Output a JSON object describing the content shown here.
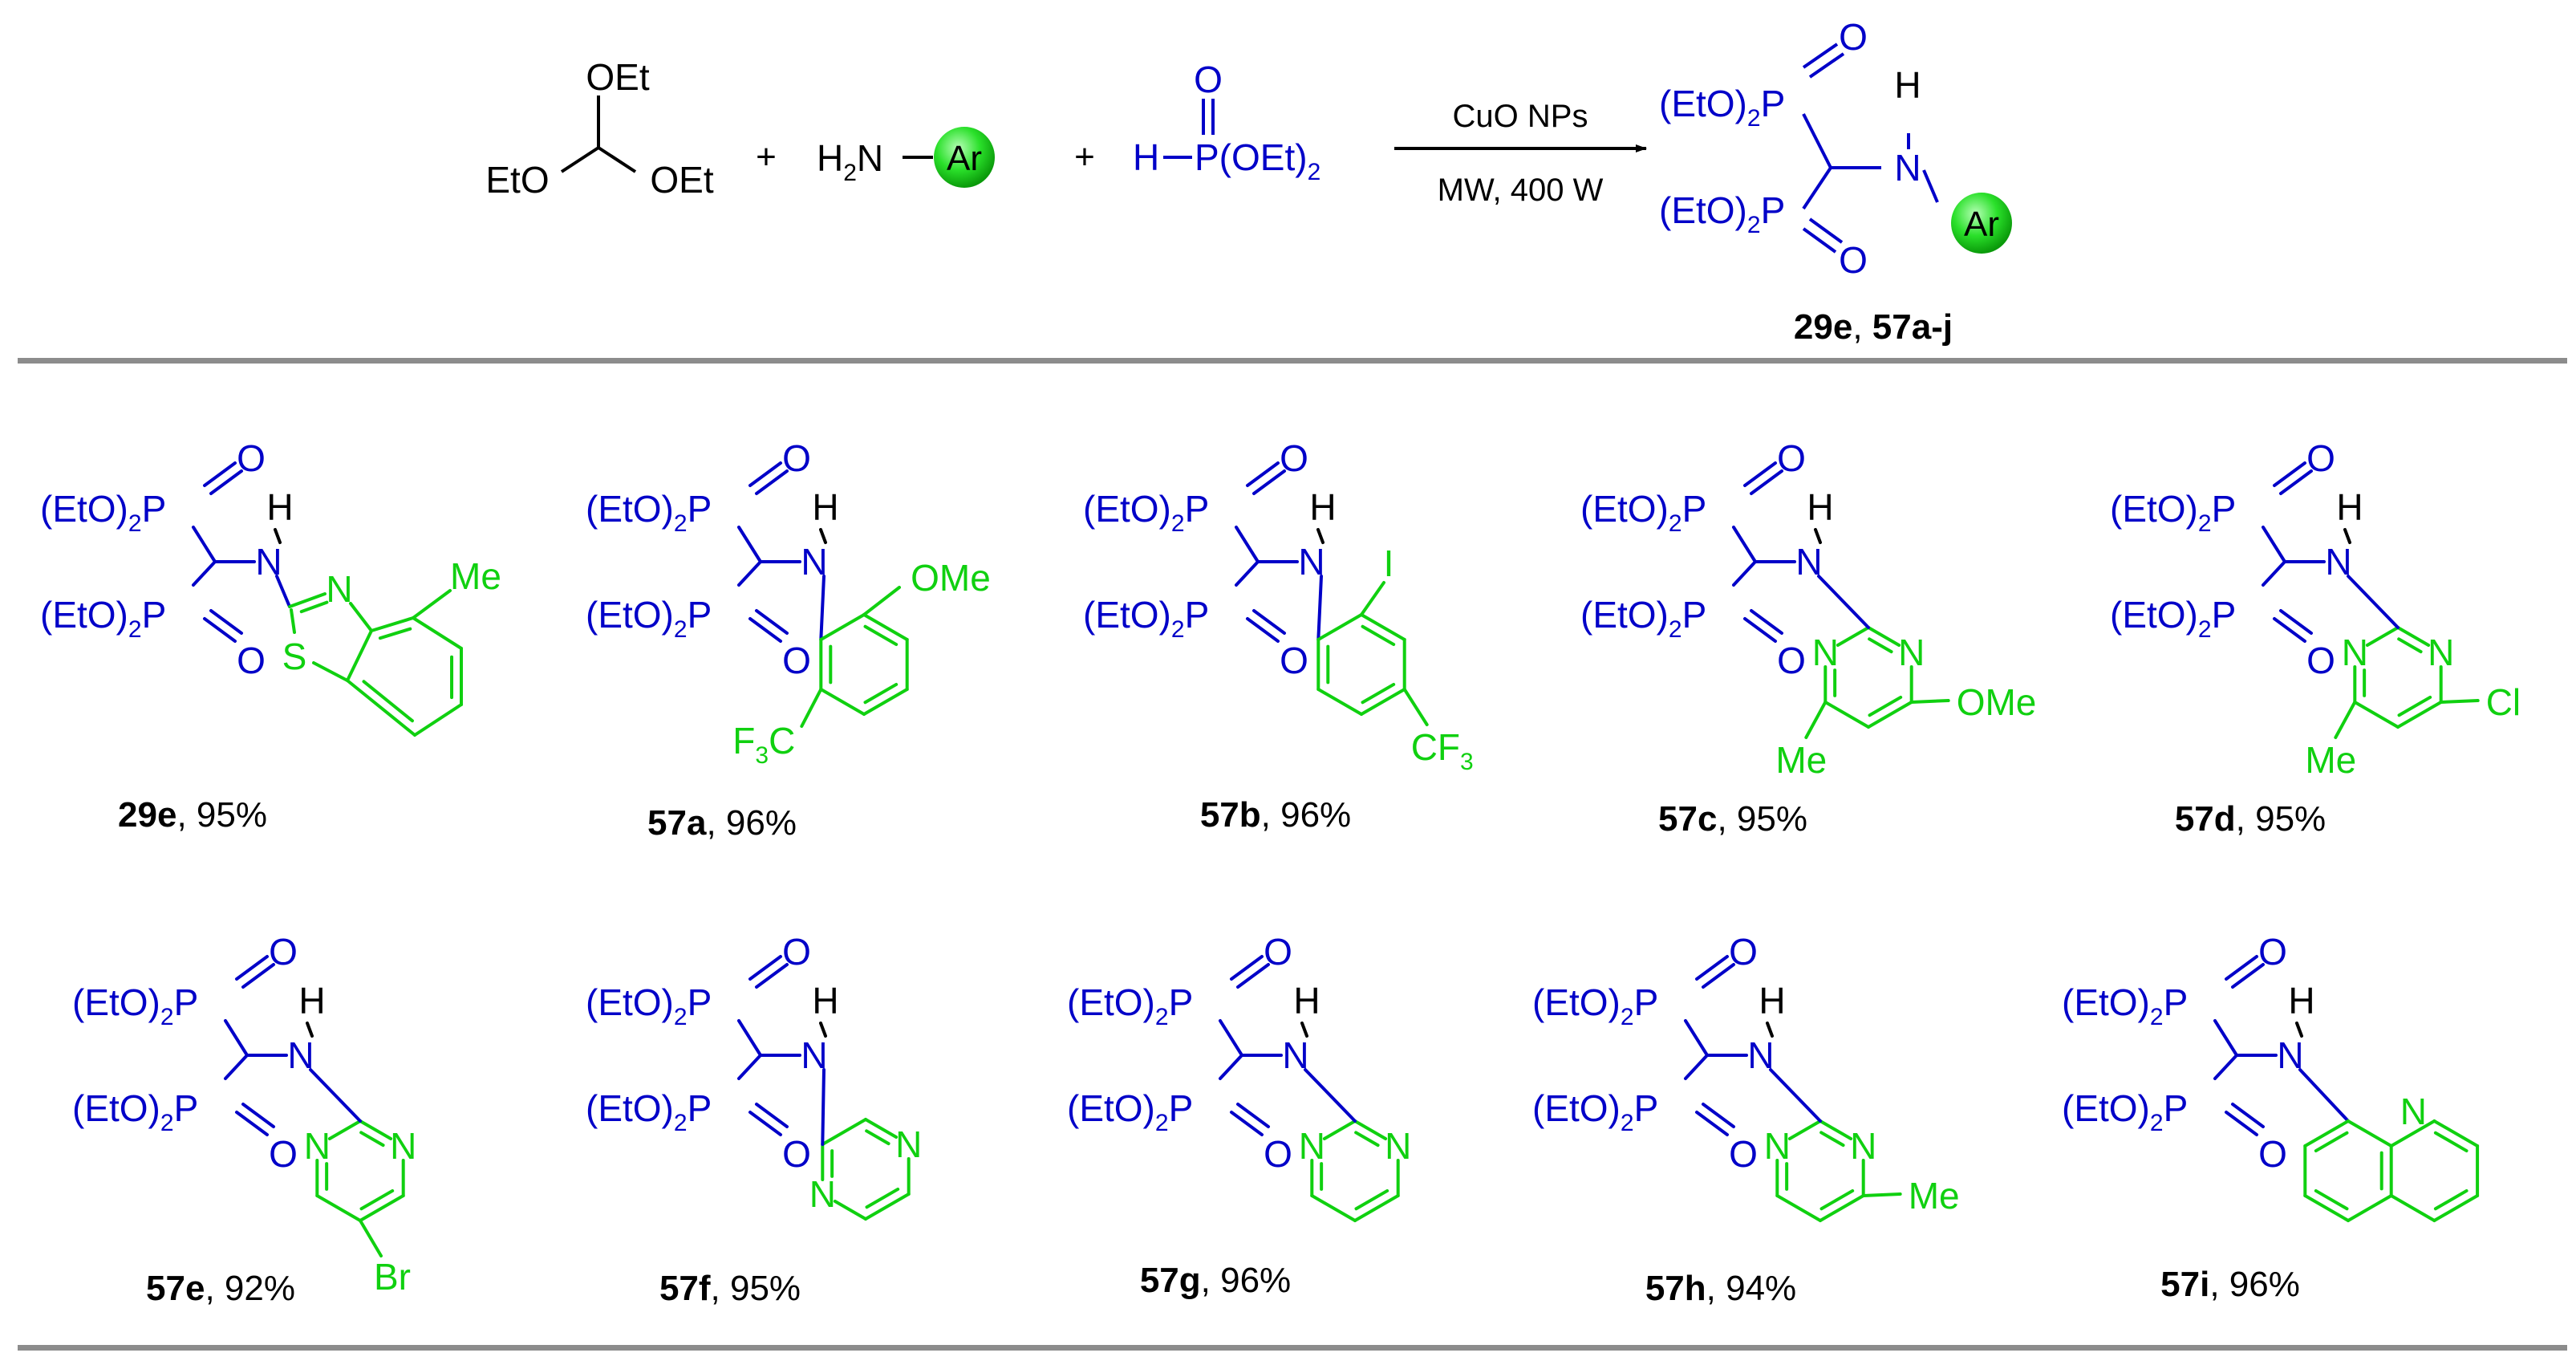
{
  "colors": {
    "text": "#000000",
    "phosphonate": "#0000c8",
    "aryl": "#10d010",
    "rule": "#8c8c8c"
  },
  "reaction": {
    "orthoformate": {
      "oet_top": "OEt",
      "eto": "EtO",
      "oet_right": "OEt"
    },
    "plus": "+",
    "amine": {
      "h2n": "H",
      "sub2": "2",
      "n": "N",
      "ar": "Ar"
    },
    "phosphite": {
      "o": "O",
      "h": "H",
      "p_oet": "P(OEt)",
      "sub2": "2"
    },
    "arrow": {
      "above": "CuO NPs",
      "below": "MW, 400 W"
    },
    "product": {
      "o": "O",
      "eto": "(EtO)",
      "sub2": "2",
      "p": "P",
      "h": "H",
      "n": "N",
      "ar": "Ar"
    },
    "label": {
      "compound": "29e",
      "sep": ", ",
      "series": "57a-j"
    }
  },
  "common": {
    "o": "O",
    "eto": "(EtO)",
    "sub2": "2",
    "p": "P",
    "h": "H",
    "n": "N"
  },
  "compounds": [
    {
      "id": "29e",
      "yield": ", 95%",
      "ring_n": "N",
      "ring_s": "S",
      "sub1": "Me"
    },
    {
      "id": "57a",
      "yield": ", 96%",
      "sub1": "OMe",
      "sub2": "F",
      "sub2b": "3",
      "sub2c": "C"
    },
    {
      "id": "57b",
      "yield": ", 96%",
      "sub1": "I",
      "sub2": "CF",
      "sub2b": "3"
    },
    {
      "id": "57c",
      "yield": ", 95%",
      "ring_n1": "N",
      "ring_n2": "N",
      "sub1": "OMe",
      "sub2": "Me"
    },
    {
      "id": "57d",
      "yield": ", 95%",
      "ring_n1": "N",
      "ring_n2": "N",
      "sub1": "Cl",
      "sub2": "Me"
    },
    {
      "id": "57e",
      "yield": ", 92%",
      "ring_n1": "N",
      "ring_n2": "N",
      "sub1": "Br"
    },
    {
      "id": "57f",
      "yield": ", 95%",
      "ring_n1": "N",
      "ring_n2": "N"
    },
    {
      "id": "57g",
      "yield": ", 96%",
      "ring_n1": "N",
      "ring_n2": "N"
    },
    {
      "id": "57h",
      "yield": ", 94%",
      "ring_n1": "N",
      "ring_n2": "N",
      "sub1": "Me"
    },
    {
      "id": "57i",
      "yield": ", 96%",
      "ring_n1": "N"
    }
  ]
}
